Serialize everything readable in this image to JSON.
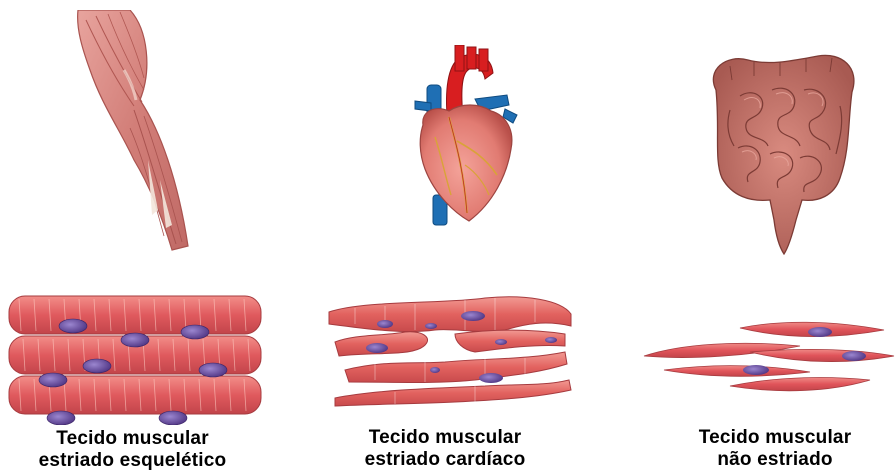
{
  "columns": [
    {
      "id": "skeletal",
      "organ_icon": "arm-muscle-icon",
      "cells_icon": "skeletal-muscle-fibers-icon",
      "label_line1": "Tecido muscular",
      "label_line2": "estriado esquelético"
    },
    {
      "id": "cardiac",
      "organ_icon": "heart-icon",
      "cells_icon": "cardiac-muscle-fibers-icon",
      "label_line1": "Tecido muscular",
      "label_line2": "estriado cardíaco"
    },
    {
      "id": "smooth",
      "organ_icon": "intestine-icon",
      "cells_icon": "smooth-muscle-cells-icon",
      "label_line1": "Tecido muscular",
      "label_line2": "não estriado"
    }
  ],
  "colors": {
    "muscle_red": "#e0545a",
    "muscle_light": "#f08a86",
    "muscle_dark": "#b83a3e",
    "nucleus": "#5a3d8c",
    "nucleus_light": "#8f79c2",
    "artery": "#d81e20",
    "vein": "#1f6fb4",
    "heart_pink": "#ef8b82",
    "intestine": "#c87468"
  }
}
